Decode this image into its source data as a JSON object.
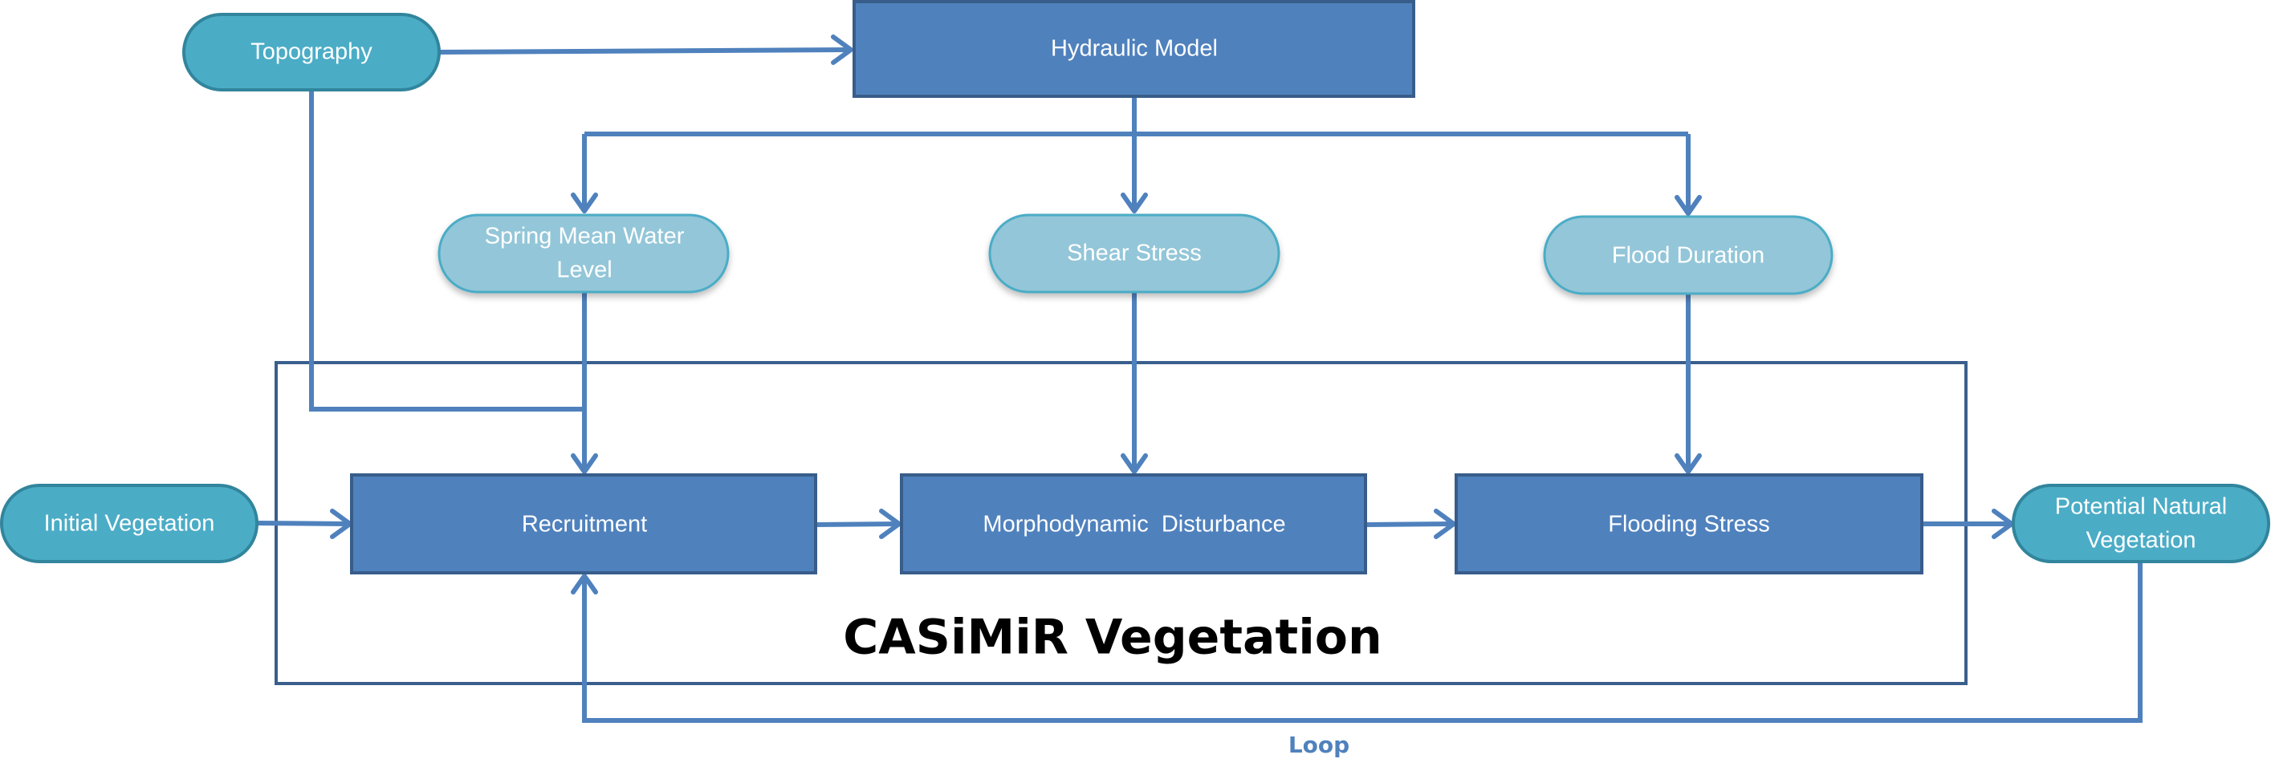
{
  "diagram": {
    "title": "CASiMiR Vegetation",
    "loop_label": "Loop",
    "colors": {
      "process_fill": "#4f81bd",
      "process_border": "#385d8a",
      "input_fill": "#4bacc6",
      "input_border": "#31859c",
      "intermediate_fill": "#93c6d8",
      "intermediate_border": "#4bacc6",
      "connector": "#4f81bd",
      "frame": "#3a5f8c",
      "loop_text": "#4f81bd"
    },
    "nodes": {
      "topography": {
        "label": "Topography",
        "type": "input"
      },
      "hydraulic_model": {
        "label": "Hydraulic Model",
        "type": "process"
      },
      "spring_mean_water_level": {
        "label_line1": "Spring Mean Water",
        "label_line2": "Level",
        "type": "intermediate"
      },
      "shear_stress": {
        "label": "Shear Stress",
        "type": "intermediate"
      },
      "flood_duration": {
        "label": "Flood Duration",
        "type": "intermediate"
      },
      "initial_vegetation": {
        "label": "Initial Vegetation",
        "type": "input"
      },
      "recruitment": {
        "label": "Recruitment",
        "type": "process"
      },
      "morphodynamic_disturbance": {
        "label": "Morphodynamic  Disturbance",
        "type": "process"
      },
      "flooding_stress": {
        "label": "Flooding Stress",
        "type": "process"
      },
      "potential_natural_vegetation": {
        "label_line1": "Potential Natural",
        "label_line2": "Vegetation",
        "type": "output"
      }
    },
    "edges": [
      {
        "from": "Topography",
        "to": "Hydraulic Model"
      },
      {
        "from": "Topography",
        "to": "Recruitment"
      },
      {
        "from": "Hydraulic Model",
        "to": "Spring Mean Water Level"
      },
      {
        "from": "Hydraulic Model",
        "to": "Shear Stress"
      },
      {
        "from": "Hydraulic Model",
        "to": "Flood Duration"
      },
      {
        "from": "Spring Mean Water Level",
        "to": "Recruitment"
      },
      {
        "from": "Shear Stress",
        "to": "Morphodynamic Disturbance"
      },
      {
        "from": "Flood Duration",
        "to": "Flooding Stress"
      },
      {
        "from": "Initial Vegetation",
        "to": "Recruitment"
      },
      {
        "from": "Recruitment",
        "to": "Morphodynamic Disturbance"
      },
      {
        "from": "Morphodynamic Disturbance",
        "to": "Flooding Stress"
      },
      {
        "from": "Flooding Stress",
        "to": "Potential Natural Vegetation"
      },
      {
        "from": "Potential Natural Vegetation",
        "to": "Recruitment",
        "label": "Loop"
      }
    ]
  }
}
